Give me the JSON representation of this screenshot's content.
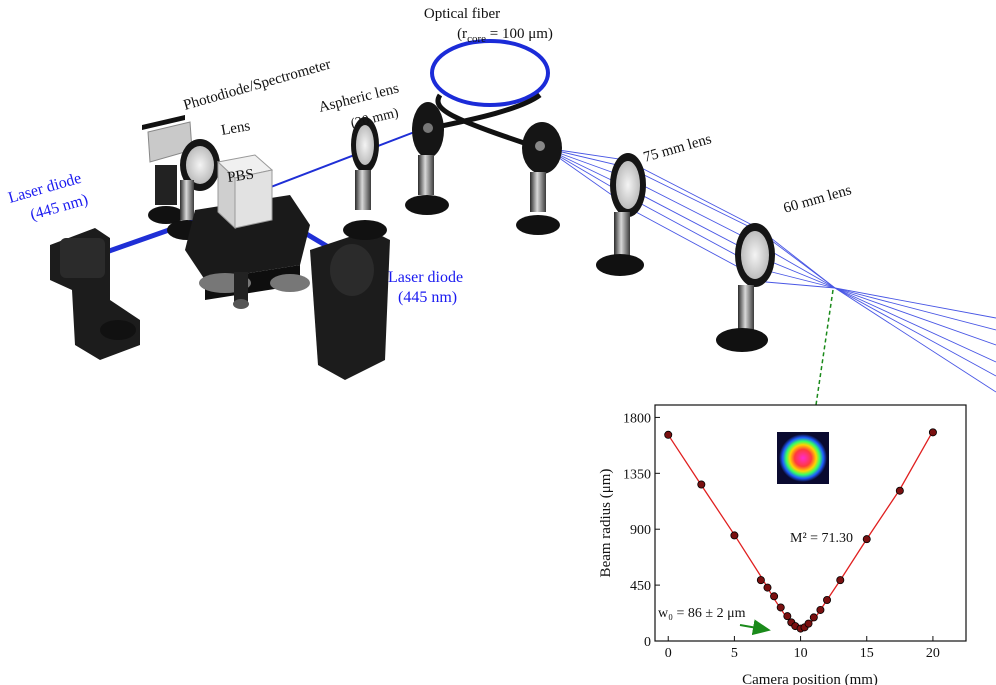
{
  "labels": {
    "fiber_title": "Optical fiber",
    "fiber_core_r": "(r",
    "fiber_core_sub": "core",
    "fiber_core_val": " = 100 μm)",
    "photodiode": "Photodiode/Spectrometer",
    "lens": "Lens",
    "aspheric": "Aspheric lens",
    "aspheric_f": "(20 mm)",
    "pbs": "PBS",
    "laser_left": "Laser diode",
    "laser_left_wl": "(445 nm)",
    "laser_right": "Laser diode",
    "laser_right_wl": "(445 nm)",
    "lens75": "75 mm lens",
    "lens60": "60 mm lens"
  },
  "colors": {
    "beam": "#1f2fd6",
    "laser_label": "#1a1af0",
    "fiber": "#1b2bd8",
    "fit_line": "#e02020",
    "marker": "#7a1010",
    "arrow": "#1a8a1a"
  },
  "chart_data": {
    "type": "scatter",
    "xlabel": "Camera position (mm)",
    "ylabel": "Beam radius (μm)",
    "xlim": [
      -1,
      22.5
    ],
    "ylim": [
      0,
      1900
    ],
    "xticks": [
      0,
      5,
      10,
      15,
      20
    ],
    "yticks": [
      0,
      450,
      900,
      1350,
      1800
    ],
    "annotation_m2": "M² = 71.30",
    "annotation_w0": "w₀ = 86 ± 2 μm",
    "points": [
      [
        0,
        1660
      ],
      [
        2.5,
        1260
      ],
      [
        5,
        850
      ],
      [
        7,
        490
      ],
      [
        7.5,
        430
      ],
      [
        8,
        360
      ],
      [
        8.5,
        270
      ],
      [
        9,
        200
      ],
      [
        9.3,
        150
      ],
      [
        9.6,
        120
      ],
      [
        10,
        100
      ],
      [
        10.3,
        110
      ],
      [
        10.6,
        140
      ],
      [
        11,
        190
      ],
      [
        11.5,
        250
      ],
      [
        12,
        330
      ],
      [
        13,
        490
      ],
      [
        15,
        820
      ],
      [
        17.5,
        1210
      ],
      [
        20,
        1680
      ]
    ],
    "fit": [
      [
        0,
        1660
      ],
      [
        2.5,
        1255
      ],
      [
        5,
        855
      ],
      [
        7,
        520
      ],
      [
        8,
        340
      ],
      [
        9,
        180
      ],
      [
        10,
        90
      ],
      [
        11,
        170
      ],
      [
        12,
        330
      ],
      [
        13,
        490
      ],
      [
        15,
        820
      ],
      [
        17.5,
        1220
      ],
      [
        20,
        1690
      ]
    ],
    "grid": false
  }
}
